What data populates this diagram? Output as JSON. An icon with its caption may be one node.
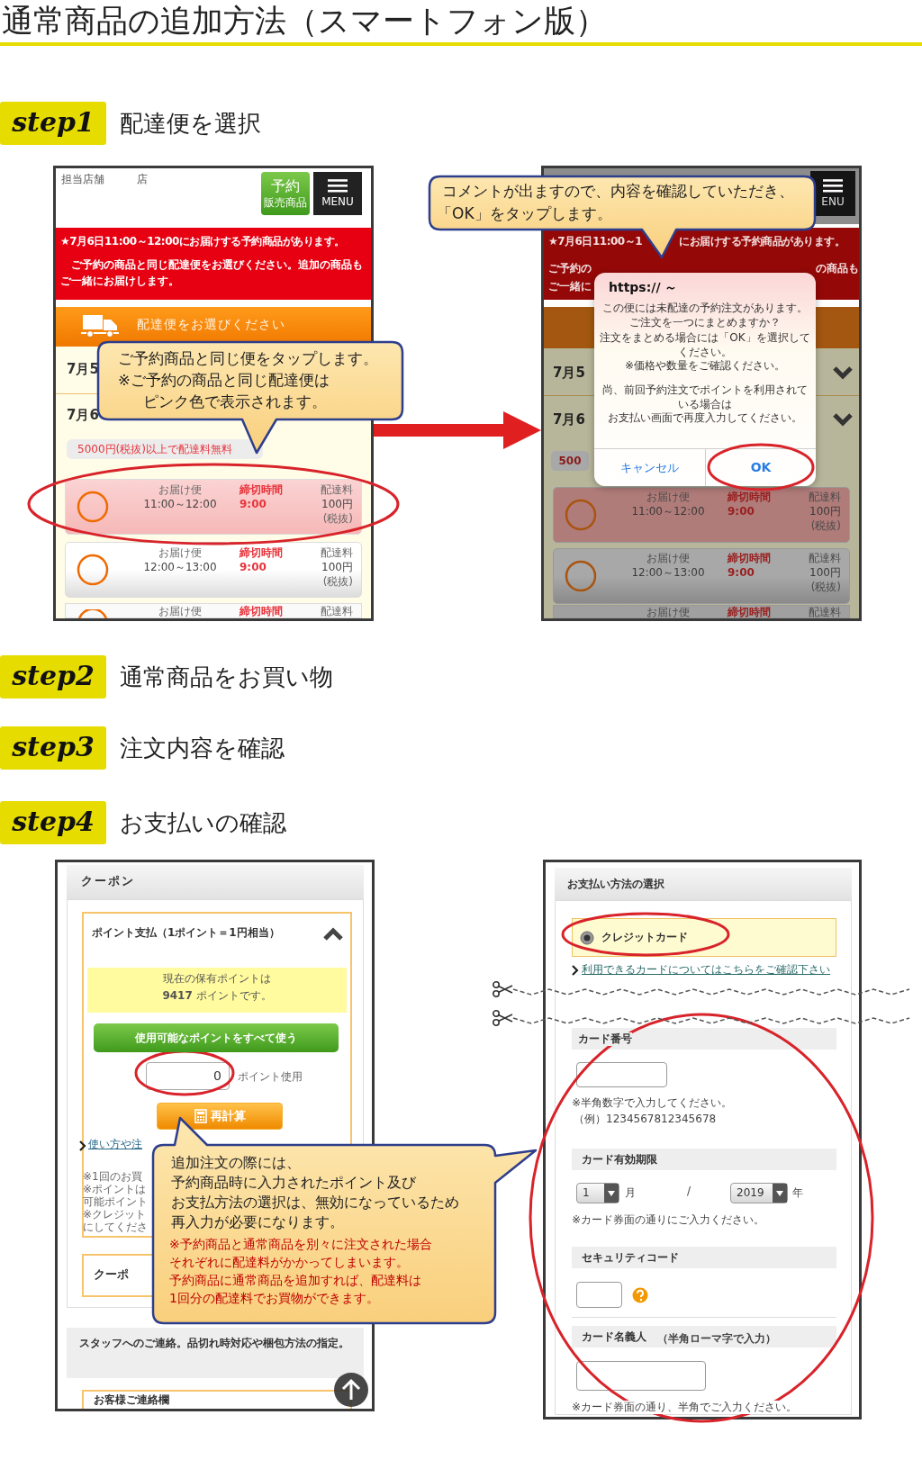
{
  "diagram": {
    "title": "通常商品の追加方法（スマートフォン版）",
    "nodes": [
      {
        "text": [
          "step1",
          "配達便を選択"
        ]
      },
      {
        "text": [
          "担当店舗",
          "店",
          "予約",
          "販売商品",
          "MENU",
          "★7月6日11:00～12:00にお届けする予約商品があります。",
          "ご予約の商品と同じ配達便をお選びください。追加の商品もご一緒にお届けします。",
          "配達便をお選びください",
          "7月5",
          "7月6",
          "5000円(税抜)以上で配達料無料",
          "お届け便",
          "11:00～12:00",
          "締切時間",
          "9:00",
          "配達料",
          "100円",
          "(税抜)",
          "お届け便",
          "12:00～13:00",
          "締切時間",
          "9:00",
          "配達料",
          "100円",
          "(税抜)",
          "お届け便",
          "締切時間",
          "配達料"
        ]
      },
      {
        "text": [
          "ご予約商品と同じ便をタップします。",
          "※ご予約の商品と同じ配達便は",
          "ピンク色で表示されます。"
        ]
      },
      {
        "text": [
          "ENU",
          "★7月6日11:00～1",
          "にお届けする予約商品があります。",
          "ご予約の",
          "の商品も",
          "ご一緒に",
          "7月5",
          "7月6",
          "500",
          "お届け便",
          "11:00～12:00",
          "締切時間",
          "9:00",
          "配達料",
          "100円",
          "(税抜)",
          "お届け便",
          "12:00～13:00",
          "締切時間",
          "9:00",
          "配達料",
          "100円",
          "(税抜)",
          "お届け便",
          "締切時間",
          "配達料"
        ]
      },
      {
        "text": [
          "https:// ～",
          "この便には未配達の予約注文があります。",
          "ご注文を一つにまとめますか？",
          "注文をまとめる場合には「OK」を選択してください。",
          "※価格や数量をご確認ください。",
          "尚、前回予約注文でポイントを利用されている場合は",
          "お支払い画面で再度入力してください。",
          "キャンセル",
          "OK"
        ],
        "in": 3
      },
      {
        "text": [
          "コメントが出ますので、内容を確認していただき、",
          "「OK」をタップします。"
        ]
      },
      {
        "text": [
          "step2",
          "通常商品をお買い物"
        ]
      },
      {
        "text": [
          "step3",
          "注文内容を確認"
        ]
      },
      {
        "text": [
          "step4",
          "お支払いの確認"
        ]
      },
      {
        "text": [
          "クーポン",
          "ポイント支払（1ポイント＝1円相当）",
          "現在の保有ポイントは",
          "**9417** ポイントです。",
          "使用可能なポイントをすべて使う",
          "0",
          "ポイント使用",
          "再計算",
          "使い方や注",
          "※1回のお買",
          "※ポイントは",
          "可能ポイント",
          "※クレジット",
          "にしてくださ",
          "クーポ",
          "スタッフへのご連絡。品切れ時対応や梱包方法の指定。",
          "お客様ご連絡欄"
        ]
      },
      {
        "text": [
          "追加注文の際には、",
          "予約商品時に入力されたポイント及び",
          "お支払方法の選択は、無効になっているため",
          "再入力が必要になります。",
          "※予約商品と通常商品を別々に注文された場合",
          "それぞれに配達料がかかってしまいます。",
          "予約商品に通常商品を追加すれば、配達料は",
          "1回分の配達料でお買物ができます。"
        ]
      },
      {
        "text": [
          "お支払い方法の選択",
          "クレジットカード",
          "利用できるカードについてはこちらをご確認下さい",
          "カード番号",
          "※半角数字で入力してください。",
          "（例）1234567812345678",
          "カード有効期限",
          "1",
          "月",
          "/",
          "2019",
          "年",
          "※カード券面の通りにご入力ください。",
          "セキュリティコード",
          "カード名義人",
          "（半角ローマ字で入力）",
          "※カード券面の通り、半角でご入力ください。"
        ]
      }
    ],
    "edges": [
      {
        "from": 1,
        "to": 3,
        "arrow": "to"
      }
    ]
  }
}
